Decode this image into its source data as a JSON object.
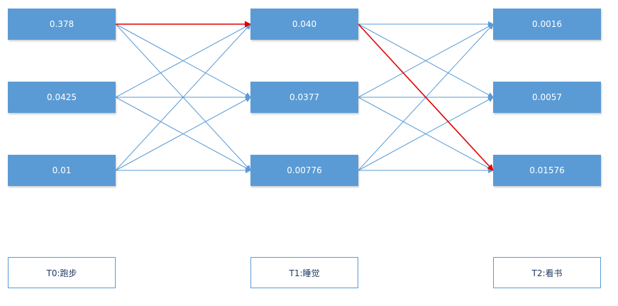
{
  "columns": [
    {
      "label": "T0:跑步",
      "values": [
        "0.378",
        "0.0425",
        "0.01"
      ]
    },
    {
      "label": "T1:睡觉",
      "values": [
        "0.040",
        "0.0377",
        "0.00776"
      ]
    },
    {
      "label": "T2:看书",
      "values": [
        "0.0016",
        "0.0057",
        "0.01576"
      ]
    }
  ],
  "colors": {
    "node_fill": "#5b9bd5",
    "edge": "#5b9bd5",
    "highlight_path": "#e00000"
  },
  "highlight_path": [
    0,
    0,
    2
  ]
}
